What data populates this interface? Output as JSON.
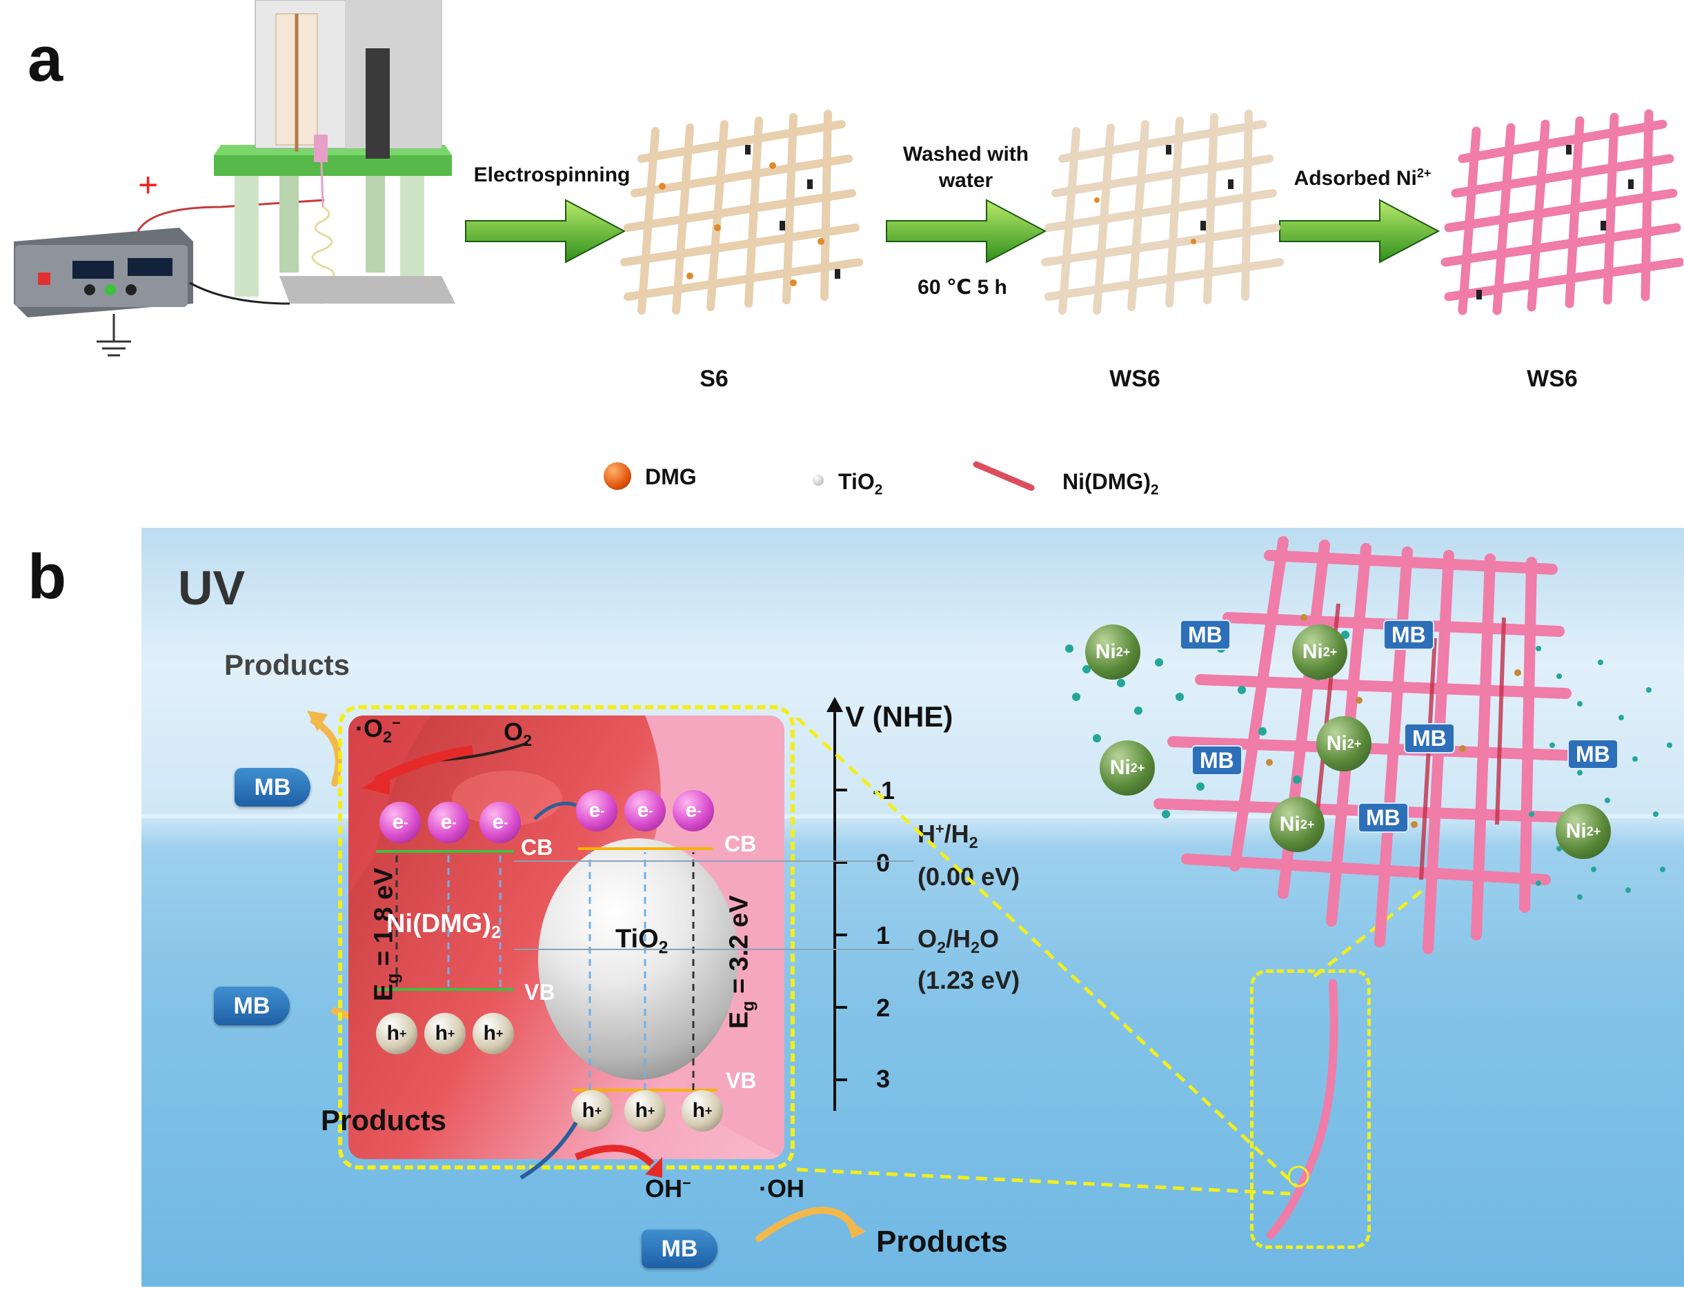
{
  "panel_a": {
    "letter": "a",
    "step1": "Electrospinning",
    "step2_top": "Washed with",
    "step2_mid": "water",
    "step2_bottom": "60 ℃ 5 h",
    "step3": "Adsorbed Ni",
    "step3_sup": "2+",
    "sample1": "S6",
    "sample2": "WS6",
    "sample3": "WS6",
    "plus_sign": "+",
    "legend": {
      "dmg": "DMG",
      "tio2_main": "TiO",
      "tio2_sub": "2",
      "nidmg_main": "Ni(DMG)",
      "nidmg_sub": "2"
    }
  },
  "panel_b": {
    "letter": "b",
    "uv": "UV",
    "products": "Products",
    "mb": "MB",
    "ni": "Ni",
    "ni_sup": "2+",
    "electron": "e",
    "electron_sup": "-",
    "hole": "h",
    "hole_sup": "+",
    "cb": "CB",
    "vb": "VB",
    "o2": "O",
    "o2_sub": "2",
    "superoxide": "·O",
    "superoxide_sub": "2",
    "superoxide_sup": "−",
    "nidmg": "Ni(DMG)",
    "nidmg_sub": "2",
    "tio2": "TiO",
    "tio2_sub": "2",
    "eg_left": "E",
    "eg_left_sub": "g",
    "eg_left_val": " = 1.8 eV",
    "eg_right_val": " = 3.2 eV",
    "axis_title": "V (NHE)",
    "ticks": [
      "-1",
      "0",
      "1",
      "2",
      "3"
    ],
    "h_label_pre": "H",
    "h_label_sup": "+",
    "h_label_post": "/H",
    "h_label_sub": "2",
    "h_value": "(0.00 eV)",
    "o_label_pre": "O",
    "o_label_sub": "2",
    "o_label_post": "/H",
    "o_label_sub2": "2",
    "o_label_tail": "O",
    "o_value": "(1.23 eV)",
    "oh_minus": "OH",
    "oh_minus_sup": "−",
    "oh_radical": "·OH"
  },
  "colors": {
    "arrow_green": "#5fbf2a",
    "nanofiber_pink": "#f07ca8",
    "sky_top": "#b9d9ef",
    "water": "#7fc1e6",
    "dash_yellow": "#f2ee1c",
    "cb_green": "#3fbf3f",
    "cb_orange": "#f5b300"
  }
}
